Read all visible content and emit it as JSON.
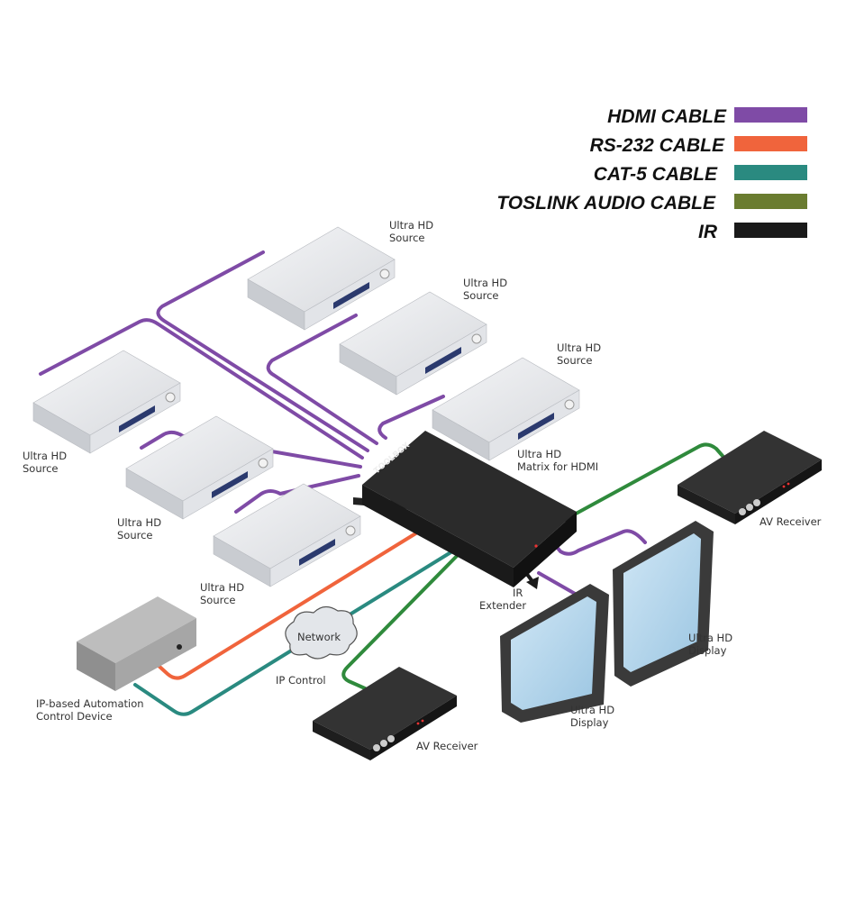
{
  "legend": {
    "items": [
      {
        "label": "HDMI CABLE",
        "color": "#7f4ba6"
      },
      {
        "label": "RS-232 CABLE",
        "color": "#f0643c"
      },
      {
        "label": "CAT-5 CABLE",
        "color": "#2a8a80"
      },
      {
        "label": "TOSLINK AUDIO CABLE",
        "color": "#6a7c30"
      },
      {
        "label": "IR",
        "color": "#1a1a1a"
      }
    ]
  },
  "cable_colors": {
    "hdmi": "#7f4ba6",
    "rs232": "#f0643c",
    "cat5": "#2a8a80",
    "audio": "#2f8a3c",
    "ir": "#1a1a1a"
  },
  "devices": {
    "sources": [
      {
        "line1": "Ultra HD",
        "line2": "Source"
      },
      {
        "line1": "Ultra HD",
        "line2": "Source"
      },
      {
        "line1": "Ultra HD",
        "line2": "Source"
      },
      {
        "line1": "Ultra HD",
        "line2": "Source"
      },
      {
        "line1": "Ultra HD",
        "line2": "Source"
      },
      {
        "line1": "Ultra HD",
        "line2": "Source"
      }
    ],
    "matrix": {
      "line1": "Ultra HD",
      "line2": "Matrix for HDMI",
      "brand": "TOOLBOX"
    },
    "ir_extender": {
      "line1": "IR",
      "line2": "Extender"
    },
    "av_receiver_right": {
      "label": "AV Receiver"
    },
    "av_receiver_bottom": {
      "label": "AV Receiver"
    },
    "display_right": {
      "line1": "Ultra HD",
      "line2": "Display"
    },
    "display_left": {
      "line1": "Ultra HD",
      "line2": "Display"
    },
    "automation": {
      "line1": "IP-based Automation",
      "line2": "Control Device"
    },
    "network": {
      "label": "Network"
    },
    "ip_control": {
      "label": "IP Control"
    }
  }
}
